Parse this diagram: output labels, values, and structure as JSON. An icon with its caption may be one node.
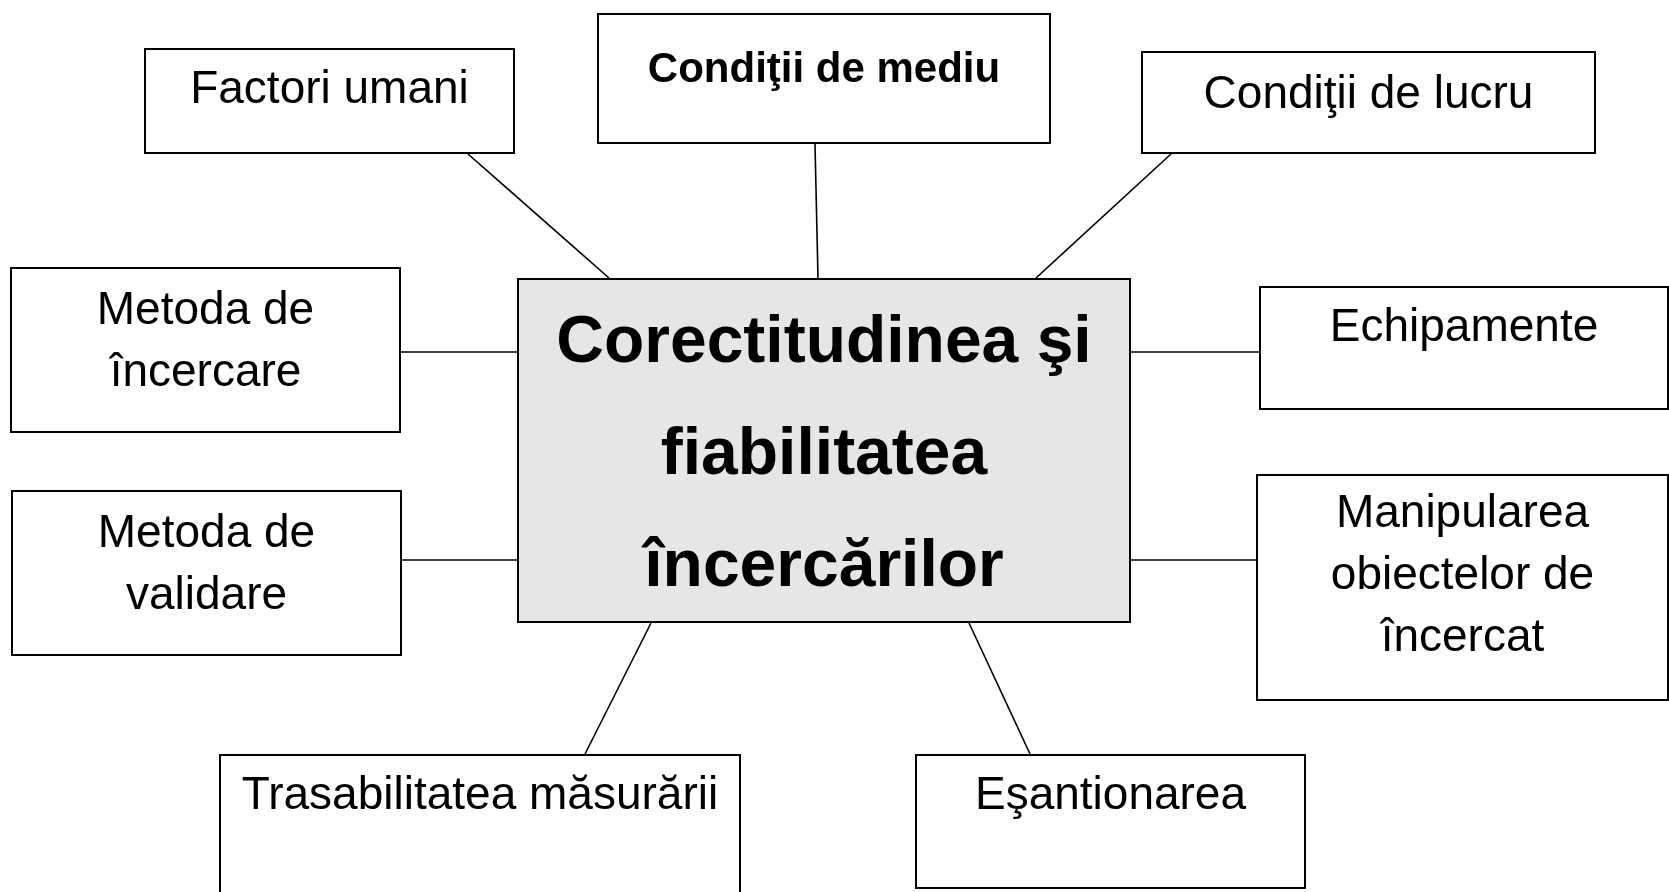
{
  "diagram": {
    "nodes": [
      {
        "text": [
          "Corectitudinea şi fiabilitatea încercărilor"
        ]
      },
      {
        "text": [
          "Factori umani"
        ]
      },
      {
        "text": [
          "Condiţii de mediu"
        ]
      },
      {
        "text": [
          "Condiţii de lucru"
        ]
      },
      {
        "text": [
          "Metoda de încercare"
        ]
      },
      {
        "text": [
          "Echipamente"
        ]
      },
      {
        "text": [
          "Metoda de validare"
        ]
      },
      {
        "text": [
          "Manipularea obiectelor de încercat"
        ]
      },
      {
        "text": [
          "Trasabilitatea măsurării"
        ]
      },
      {
        "text": [
          "Eşantionarea"
        ]
      }
    ],
    "edges": [
      {
        "from": 0,
        "to": 1,
        "arrow": "none"
      },
      {
        "from": 0,
        "to": 2,
        "arrow": "none"
      },
      {
        "from": 0,
        "to": 3,
        "arrow": "none"
      },
      {
        "from": 0,
        "to": 4,
        "arrow": "none"
      },
      {
        "from": 0,
        "to": 5,
        "arrow": "none"
      },
      {
        "from": 0,
        "to": 6,
        "arrow": "none"
      },
      {
        "from": 0,
        "to": 7,
        "arrow": "none"
      },
      {
        "from": 0,
        "to": 8,
        "arrow": "none"
      },
      {
        "from": 0,
        "to": 9,
        "arrow": "none"
      }
    ]
  }
}
